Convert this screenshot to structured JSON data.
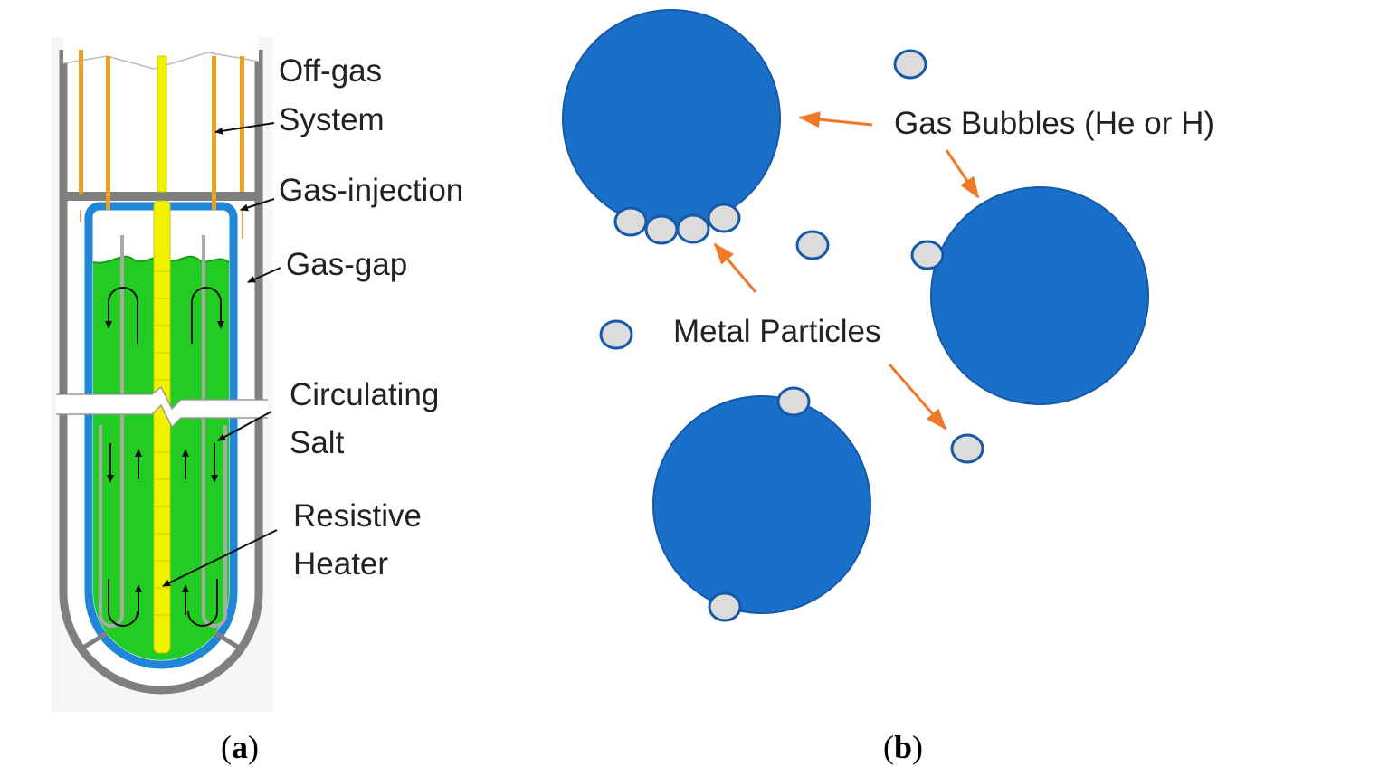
{
  "panel_a": {
    "labels": {
      "offgas_line1": "Off-gas",
      "offgas_line2": "System",
      "gas_injection": "Gas-injection",
      "gas_gap": "Gas-gap",
      "circ_line1": "Circulating",
      "circ_line2": "Salt",
      "heater_line1": "Resistive",
      "heater_line2": "Heater"
    },
    "caption_letter": "a"
  },
  "panel_b": {
    "labels": {
      "gas_bubbles": "Gas Bubbles (He or H)",
      "metal_particles": "Metal Particles"
    },
    "caption_letter": "b"
  },
  "colors": {
    "salt": "#22cc22",
    "vessel_blue": "#1f86d8",
    "heater_yellow": "#f2f200",
    "tube_orange": "#f0a020",
    "wall_gray": "#7f7f7f",
    "bubble_blue": "#1a6fc8",
    "bubble_edge": "#1559a8",
    "particle_fill": "#dcdcdc",
    "arrow_orange": "#f07828"
  }
}
